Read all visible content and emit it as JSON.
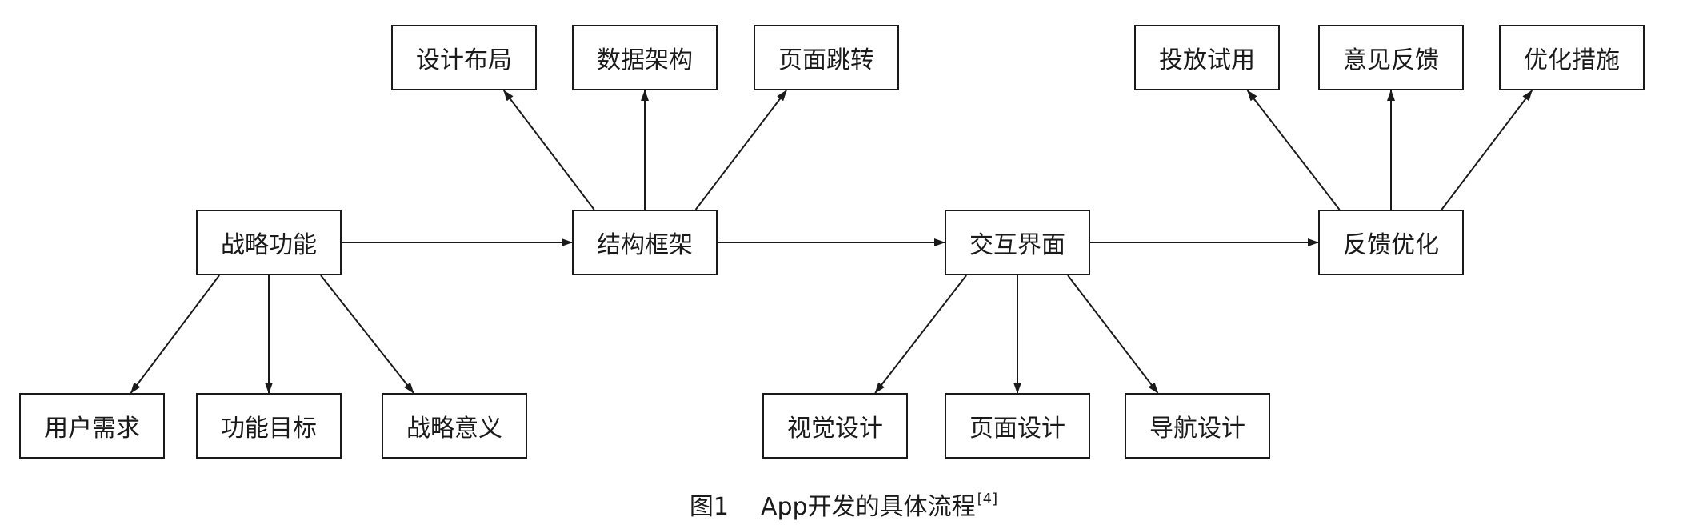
{
  "diagram": {
    "nodes": {
      "strategy": "战略功能",
      "structure": "结构框架",
      "interaction": "交互界面",
      "feedback": "反馈优化",
      "layout_design": "设计布局",
      "data_arch": "数据架构",
      "page_jump": "页面跳转",
      "trial": "投放试用",
      "opinion": "意见反馈",
      "optimize": "优化措施",
      "user_needs": "用户需求",
      "func_goal": "功能目标",
      "strategy_meaning": "战略意义",
      "visual_design": "视觉设计",
      "page_design": "页面设计",
      "nav_design": "导航设计"
    },
    "edges": [
      [
        "strategy",
        "structure"
      ],
      [
        "structure",
        "interaction"
      ],
      [
        "interaction",
        "feedback"
      ],
      [
        "structure",
        "layout_design"
      ],
      [
        "structure",
        "data_arch"
      ],
      [
        "structure",
        "page_jump"
      ],
      [
        "feedback",
        "trial"
      ],
      [
        "feedback",
        "opinion"
      ],
      [
        "feedback",
        "optimize"
      ],
      [
        "strategy",
        "user_needs"
      ],
      [
        "strategy",
        "func_goal"
      ],
      [
        "strategy",
        "strategy_meaning"
      ],
      [
        "interaction",
        "visual_design"
      ],
      [
        "interaction",
        "page_design"
      ],
      [
        "interaction",
        "nav_design"
      ]
    ]
  },
  "caption": {
    "number": "图1",
    "text": "App开发的具体流程",
    "ref": "[4]"
  }
}
